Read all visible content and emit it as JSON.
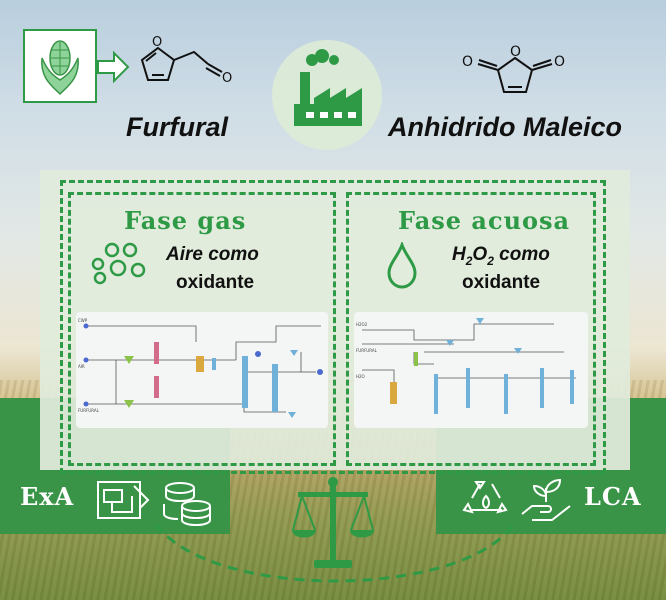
{
  "top": {
    "furfural_label": "Furfural",
    "maleic_label": "Anhidrido Maleico"
  },
  "phases": {
    "gas": {
      "title": "Fase gas",
      "oxidant_line1": "Aire como",
      "oxidant_line2": "oxidante",
      "feed_labels": [
        "CWP",
        "AIR",
        "FURFURAL"
      ]
    },
    "aqueous": {
      "title": "Fase acuosa",
      "oxidant_formula_main": "H",
      "oxidant_sub1": "2",
      "oxidant_formula_o": "O",
      "oxidant_sub2": "2",
      "oxidant_word": " como",
      "oxidant_line2": "oxidante",
      "feed_labels": [
        "H2O2",
        "FURFURAL",
        "H2O"
      ]
    }
  },
  "bottom": {
    "left_label": "ExA",
    "right_label": "LCA"
  },
  "colors": {
    "accent_green": "#2e9a45",
    "band_green": "#3a9447",
    "icon_green": "#8ed39a"
  },
  "icons": [
    "corn-icon",
    "arrow-icon",
    "furfural-molecule-icon",
    "factory-icon",
    "maleic-anhydride-molecule-icon",
    "bubbles-icon",
    "droplet-icon",
    "blueprint-icon",
    "coins-icon",
    "recycle-icon",
    "plant-hand-icon",
    "balance-scale-icon"
  ]
}
